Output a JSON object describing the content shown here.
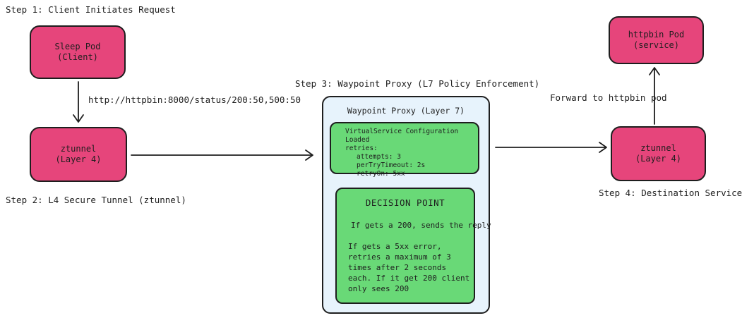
{
  "steps": {
    "step1": "Step 1: Client Initiates Request",
    "step2": "Step 2: L4 Secure Tunnel (ztunnel)",
    "step3": "Step 3: Waypoint Proxy (L7 Policy Enforcement)",
    "step4": "Step 4: Destination Service"
  },
  "nodes": {
    "sleep_pod": {
      "line1": "Sleep Pod",
      "line2": "(Client)"
    },
    "ztunnel_src": {
      "line1": "ztunnel",
      "line2": "(Layer 4)"
    },
    "ztunnel_dst": {
      "line1": "ztunnel",
      "line2": "(Layer 4)"
    },
    "httpbin_pod": {
      "line1": "httpbin Pod",
      "line2": "(service)"
    }
  },
  "edges": {
    "request_url": "http://httpbin:8000/status/200:50,500:50",
    "forward": "Forward to httpbin pod"
  },
  "proxy": {
    "title": "Waypoint Proxy (Layer 7)",
    "config": {
      "title": "VirtualService Configuration Loaded",
      "retries": "retries:",
      "attempts": "attempts: 3",
      "timeout": "perTryTimeout: 2s",
      "retry_on": "retryOn: 5xx"
    },
    "decision": {
      "title": "DECISION POINT",
      "line1": "If gets a 200, sends the reply",
      "line2": "If gets a 5xx error, retries a maximum of 3 times after 2 seconds each. If it get 200 client only sees 200"
    }
  },
  "colors": {
    "node_fill": "#e6457b",
    "proxy_fill": "#e7f3fc",
    "box_fill": "#69d977",
    "stroke": "#1e1e1e"
  }
}
